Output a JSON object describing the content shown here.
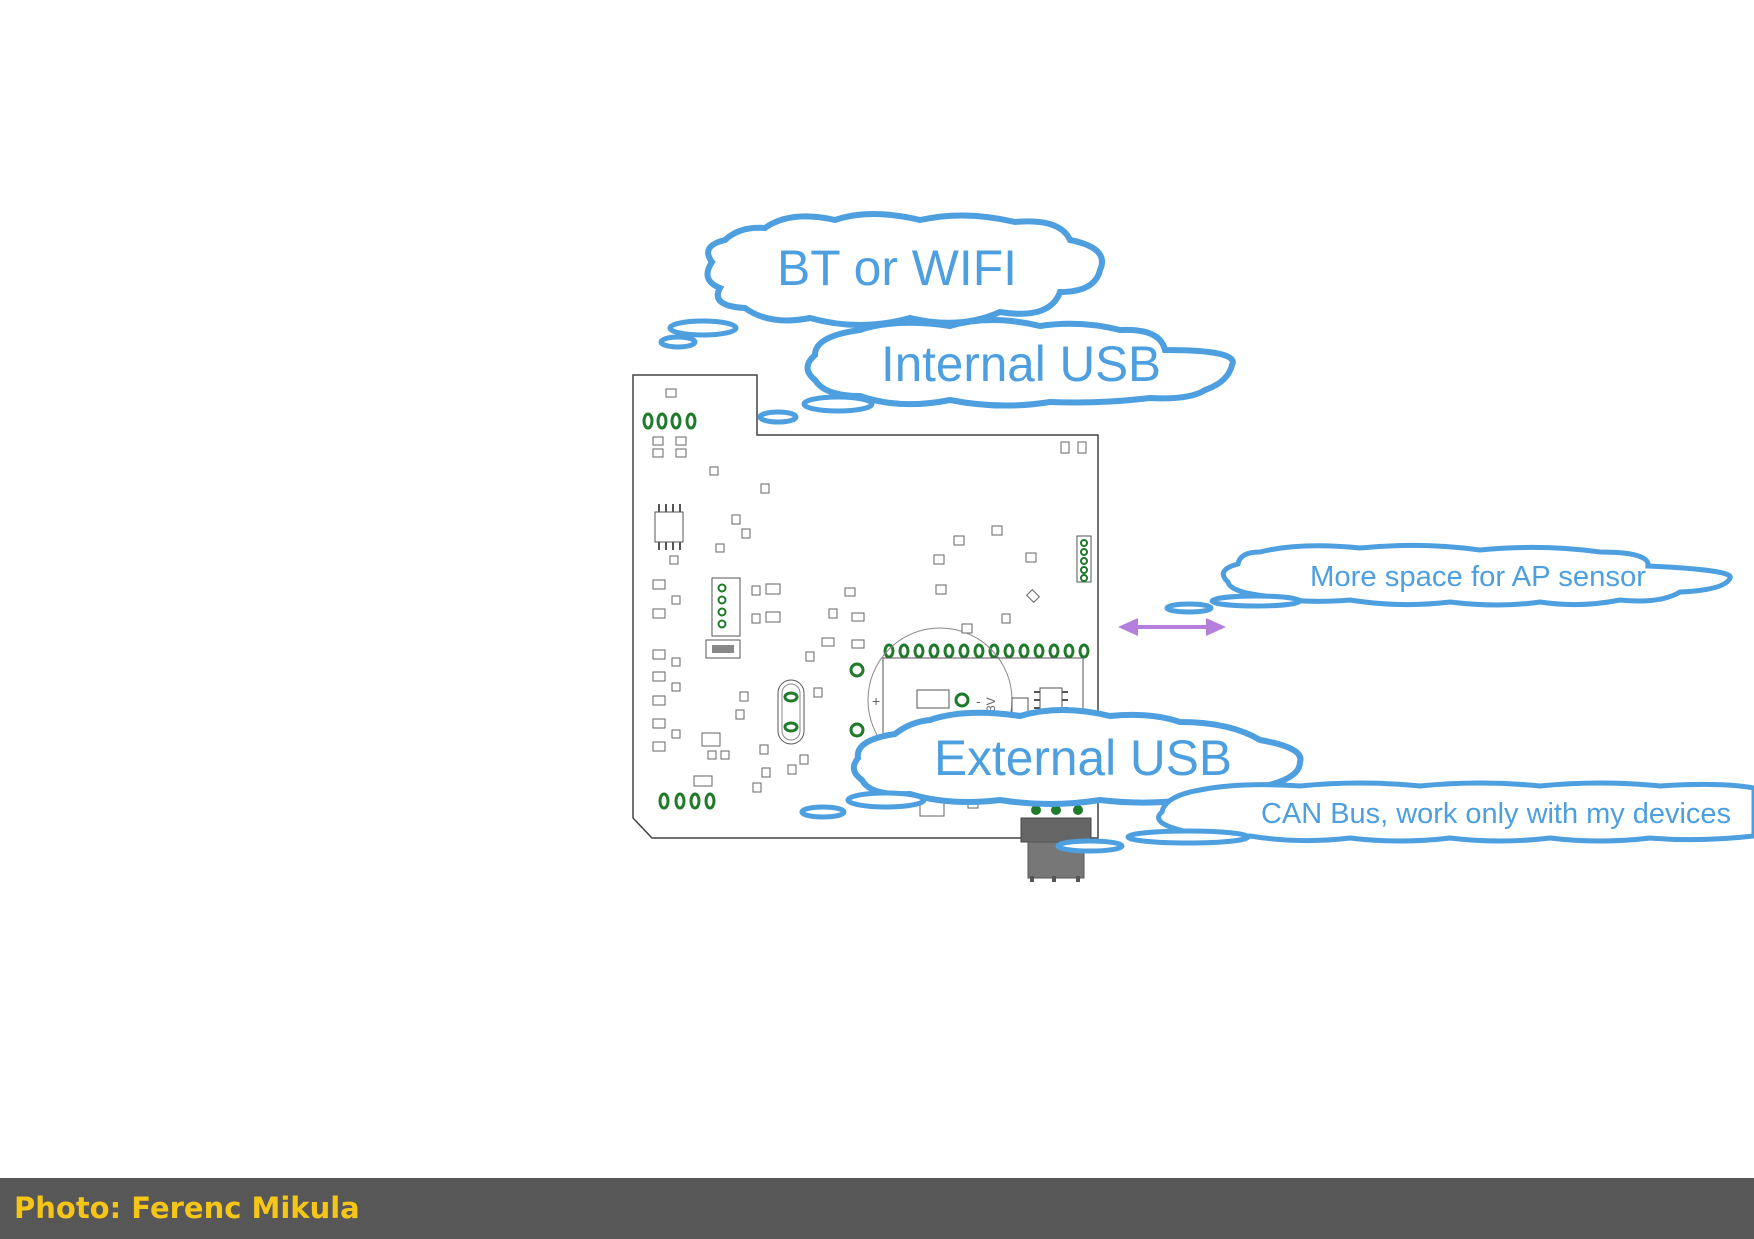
{
  "annotations": {
    "bt_wifi": "BT or WIFI",
    "internal_usb": "Internal USB",
    "ap_sensor": "More space for AP sensor",
    "external_usb": "External USB",
    "can_bus": "CAN Bus, work only with my devices"
  },
  "pcb": {
    "battery_plus": "+",
    "battery_minus": "-",
    "battery_voltage": "3V"
  },
  "credit": "Photo: Ferenc Mikula",
  "colors": {
    "cloud": "#4d9fe0",
    "arrow": "#b57edc",
    "pad": "#1f7a2a",
    "outline": "#555555",
    "credit_bar": "#575757",
    "credit_text": "#f5c518"
  }
}
